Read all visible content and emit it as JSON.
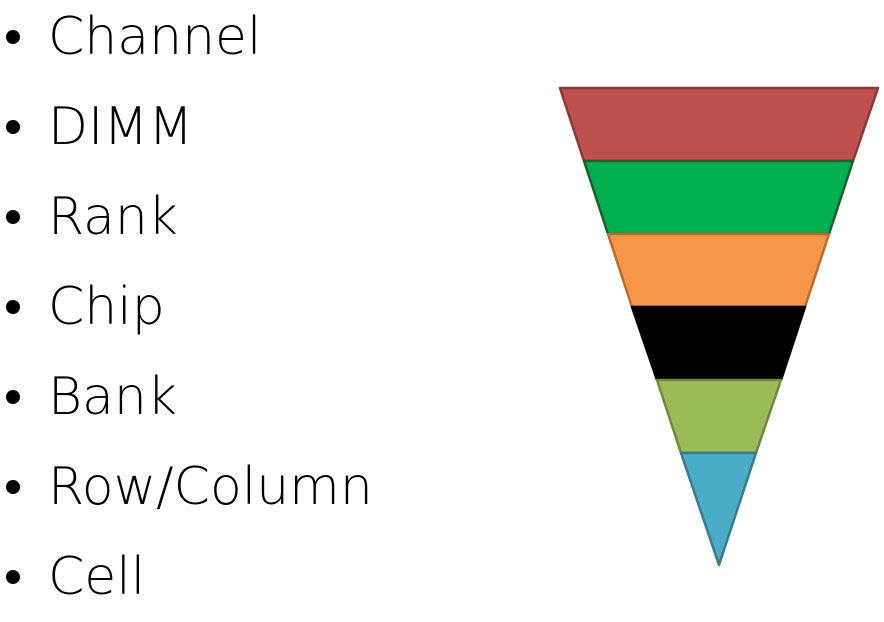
{
  "hierarchy": {
    "items": [
      {
        "label": "Channel"
      },
      {
        "label": "DIMM"
      },
      {
        "label": "Rank"
      },
      {
        "label": "Chip"
      },
      {
        "label": "Bank"
      },
      {
        "label": "Row/Column"
      },
      {
        "label": "Cell"
      }
    ]
  },
  "funnel": {
    "layers": [
      {
        "fill": "#C0504D",
        "stroke": "#8C3836"
      },
      {
        "fill": "#00B050",
        "stroke": "#1F5E2E"
      },
      {
        "fill": "#F79646",
        "stroke": "#B66D31"
      },
      {
        "fill": "#000000",
        "stroke": "#000000"
      },
      {
        "fill": "#9BBB59",
        "stroke": "#71893F"
      },
      {
        "fill": "#4BACC6",
        "stroke": "#357D91"
      }
    ]
  }
}
